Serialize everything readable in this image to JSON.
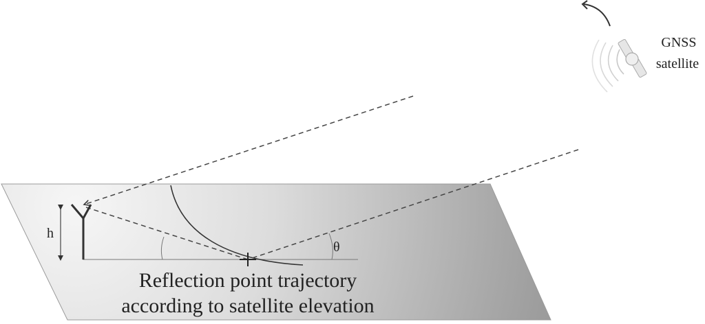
{
  "satellite": {
    "label_line1": "GNSS",
    "label_line2": "satellite",
    "icon": "satellite-icon"
  },
  "antenna": {
    "height_label": "h",
    "icon": "antenna-icon"
  },
  "angle": {
    "label": "θ"
  },
  "caption": {
    "line1": "Reflection point trajectory",
    "line2": "according to satellite elevation"
  },
  "colors": {
    "line": "#3a3a3a",
    "plane_light": "#f4f4f4",
    "plane_dark": "#8a8a8a",
    "plane_edge": "#9a9a9a"
  }
}
